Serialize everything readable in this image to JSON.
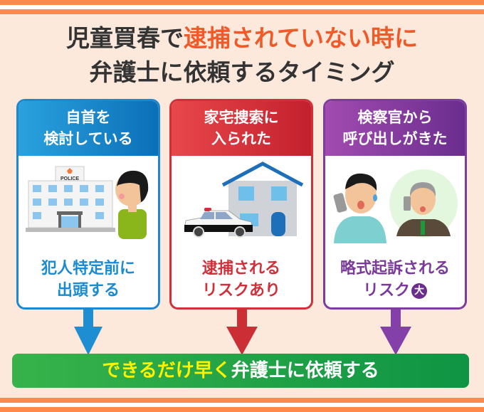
{
  "title": {
    "line1_prefix": "児童買春で",
    "line1_highlight": "逮捕されていない時に",
    "line2": "弁護士に依頼するタイミング"
  },
  "cards": [
    {
      "heading_line1": "自首を",
      "heading_line2": "検討している",
      "illustration": "police-station-with-man",
      "sign_text": "POLICE",
      "result_line1": "犯人特定前に",
      "result_line2": "出頭する",
      "color": "#1a8bd0"
    },
    {
      "heading_line1": "家宅捜索に",
      "heading_line2": "入られた",
      "illustration": "house-with-police-car",
      "result_line1": "逮捕される",
      "result_line2": "リスクあり",
      "color": "#d0303a"
    },
    {
      "heading_line1": "検察官から",
      "heading_line2": "呼び出しがきた",
      "illustration": "man-on-phone-with-prosecutor",
      "result_line1": "略式起訴される",
      "result_line2": "リスク",
      "result_badge": "大",
      "color": "#7b3a9a"
    }
  ],
  "banner": {
    "highlight": "できるだけ早く",
    "text": "弁護士に依頼する"
  },
  "colors": {
    "stripe": "#ff8a4c",
    "background": "#fde9dc",
    "title_highlight": "#f05a28",
    "banner_green": "#2aa348",
    "banner_highlight": "#fff200"
  }
}
